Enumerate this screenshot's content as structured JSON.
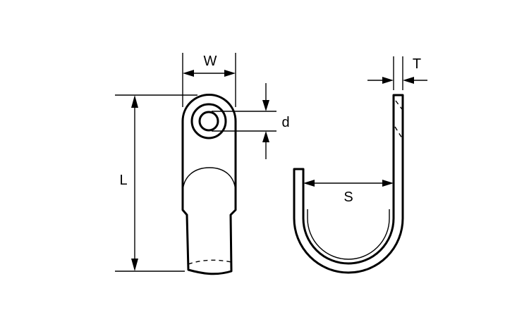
{
  "diagram": {
    "labels": {
      "width": "W",
      "length": "L",
      "hole_diameter": "d",
      "thickness": "T",
      "span": "S"
    }
  }
}
